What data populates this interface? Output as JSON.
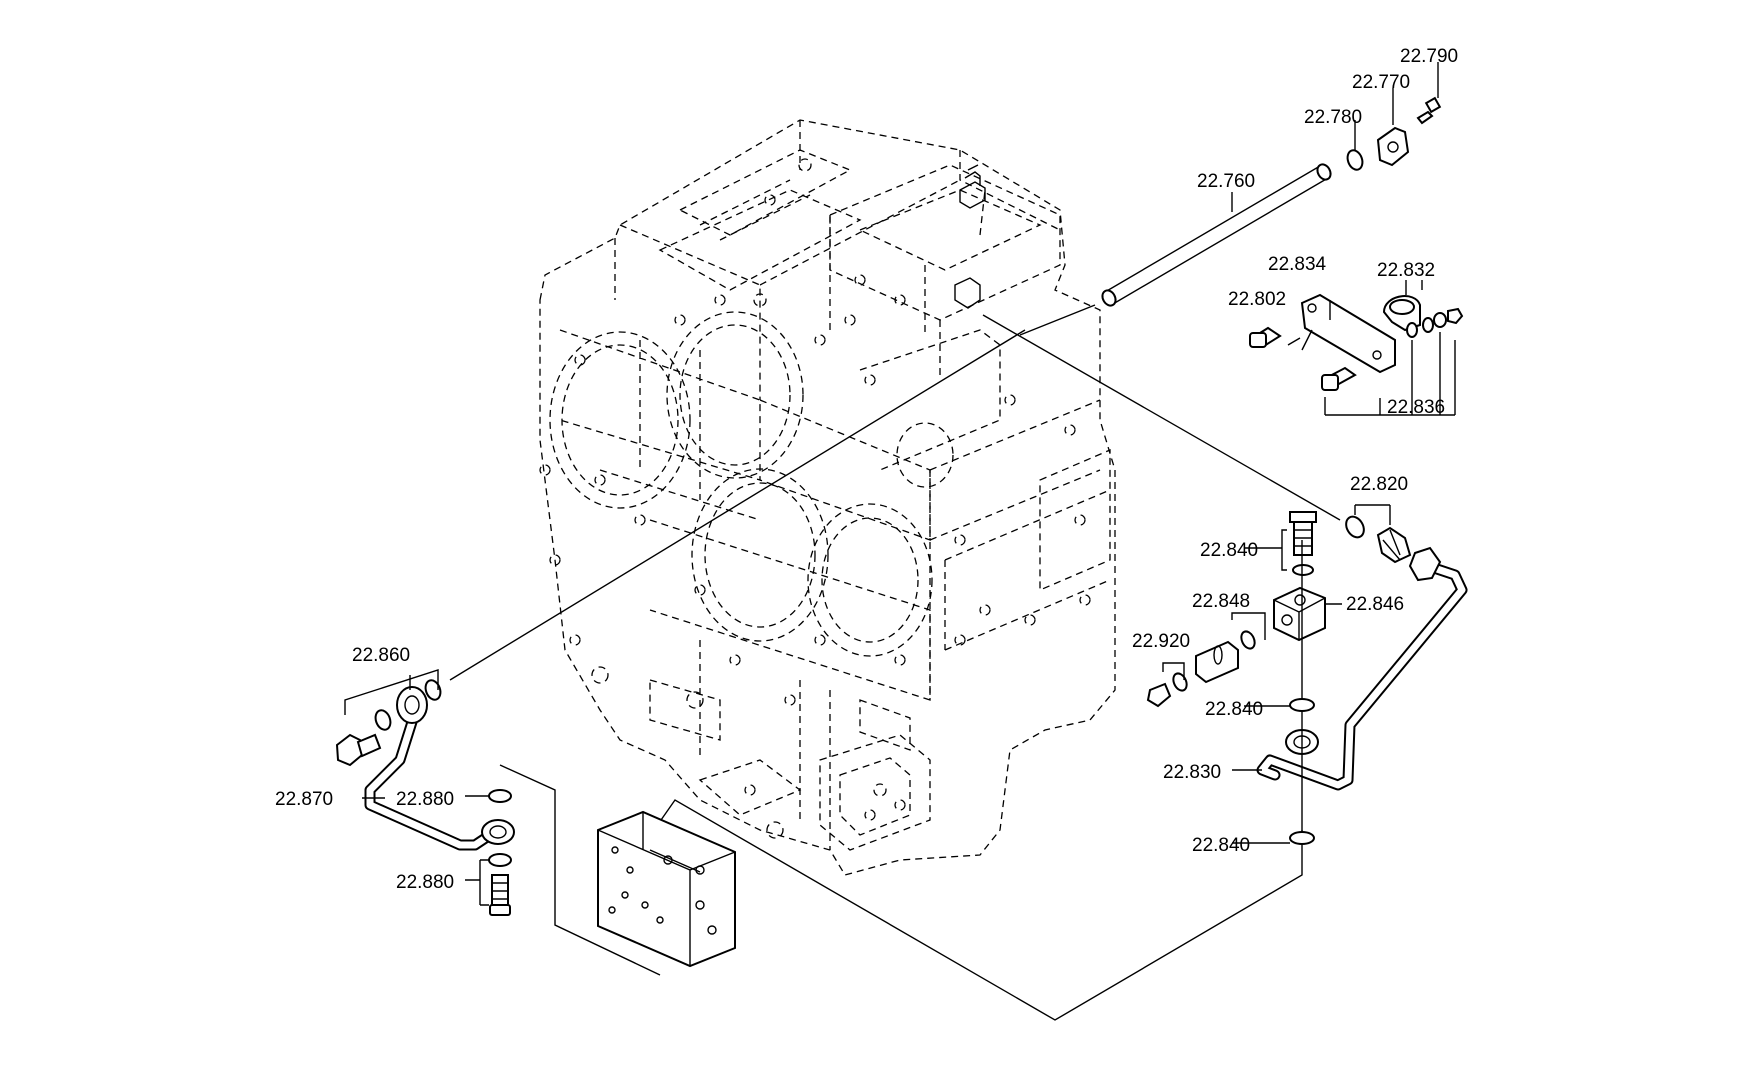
{
  "diagram": {
    "labels": [
      {
        "id": "l22790",
        "text": "22.790"
      },
      {
        "id": "l22770",
        "text": "22.770"
      },
      {
        "id": "l22780",
        "text": "22.780"
      },
      {
        "id": "l22760",
        "text": "22.760"
      },
      {
        "id": "l22834",
        "text": "22.834"
      },
      {
        "id": "l22832",
        "text": "22.832"
      },
      {
        "id": "l22802",
        "text": "22.802"
      },
      {
        "id": "l22836",
        "text": "22.836"
      },
      {
        "id": "l22820",
        "text": "22.820"
      },
      {
        "id": "l22840a",
        "text": "22.840"
      },
      {
        "id": "l22846",
        "text": "22.846"
      },
      {
        "id": "l22848",
        "text": "22.848"
      },
      {
        "id": "l22920",
        "text": "22.920"
      },
      {
        "id": "l22840b",
        "text": "22.840"
      },
      {
        "id": "l22830",
        "text": "22.830"
      },
      {
        "id": "l22840c",
        "text": "22.840"
      },
      {
        "id": "l22860",
        "text": "22.860"
      },
      {
        "id": "l22870",
        "text": "22.870"
      },
      {
        "id": "l22880a",
        "text": "22.880"
      },
      {
        "id": "l22880b",
        "text": "22.880"
      }
    ]
  }
}
